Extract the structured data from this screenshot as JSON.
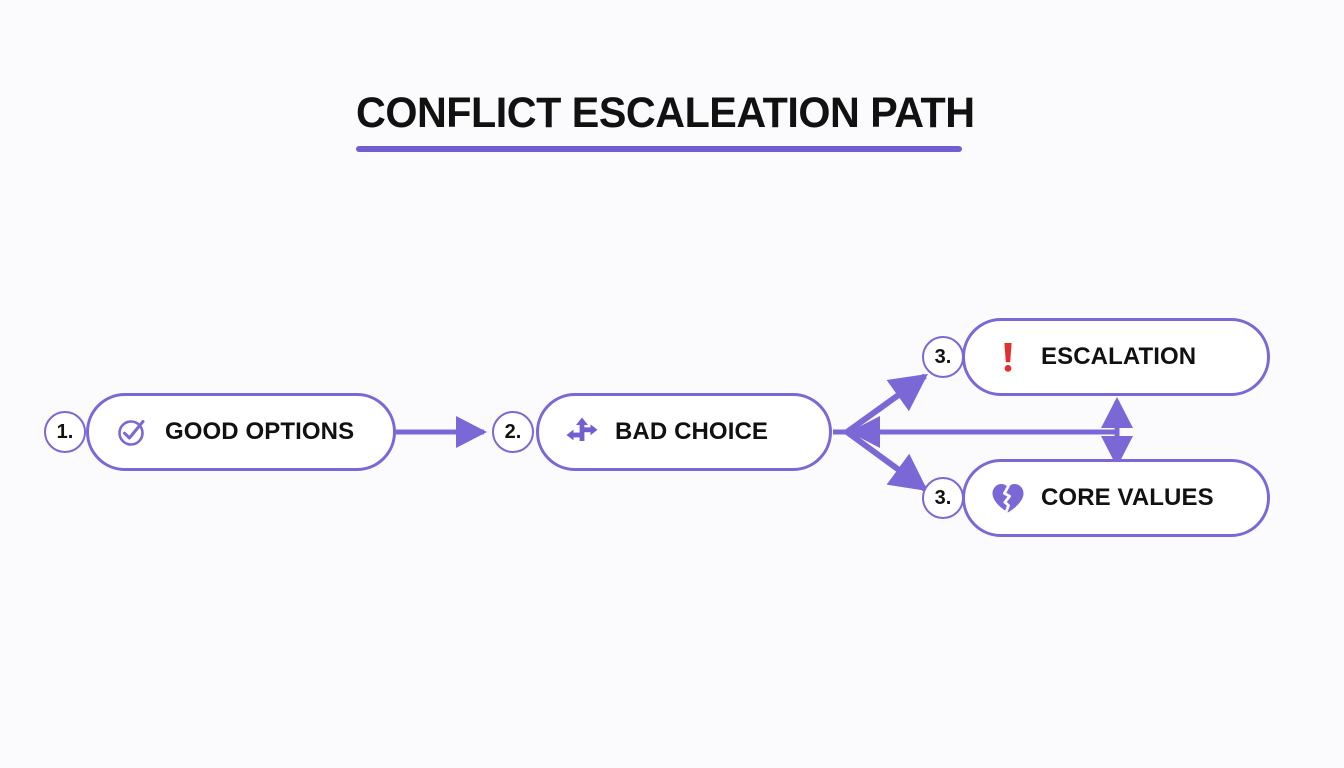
{
  "page": {
    "title": "CONFLICT ESCALEATION PATH",
    "background_color": "#fbfbfd",
    "accent_color": "#7b68d6",
    "underline_color": "#6f5fd0",
    "text_color": "#111111",
    "alert_color": "#e03030"
  },
  "diagram": {
    "type": "flowchart",
    "nodes": [
      {
        "id": "good-options",
        "step": "1.",
        "label": "GOOD OPTIONS",
        "icon": "check-circle-icon",
        "icon_color": "#7b68d6"
      },
      {
        "id": "bad-choice",
        "step": "2.",
        "label": "BAD CHOICE",
        "icon": "crossroads-arrows-icon",
        "icon_color": "#6f5fd0"
      },
      {
        "id": "escalation",
        "step": "3.",
        "label": "ESCALATION",
        "icon": "exclamation-mark-icon",
        "icon_color": "#e03030"
      },
      {
        "id": "core-values",
        "step": "3.",
        "label": "CORE VALUES",
        "icon": "broken-heart-icon",
        "icon_color": "#7b68d6"
      }
    ],
    "connectors": [
      {
        "from": "good-options",
        "to": "bad-choice",
        "style": "straight-arrow",
        "direction": "right"
      },
      {
        "from": "bad-choice",
        "to": "escalation",
        "style": "diagonal-arrow",
        "direction": "up-right"
      },
      {
        "from": "bad-choice",
        "to": "core-values",
        "style": "diagonal-arrow",
        "direction": "down-right"
      },
      {
        "from": "feedback-junction",
        "to": "bad-choice",
        "style": "straight-arrow",
        "direction": "left"
      },
      {
        "from": "core-values",
        "to": "escalation",
        "style": "double-headed-arrow",
        "direction": "vertical"
      }
    ]
  }
}
